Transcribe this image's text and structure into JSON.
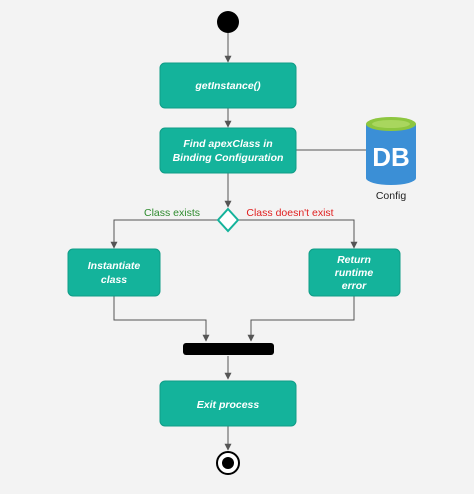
{
  "colors": {
    "node_fill": "#14b39b",
    "node_stroke": "#0f9c87",
    "edge": "#555555",
    "class_exists_label": "#2e8b2e",
    "class_missing_label": "#e02020",
    "db_body": "#3b8fd6",
    "db_top": "#8dc63f",
    "sync_bar": "#000000"
  },
  "nodes": {
    "get_instance": "getInstance()",
    "find_class_line1": "Find apexClass in",
    "find_class_line2": "Binding Configuration",
    "instantiate_line1": "Instantiate",
    "instantiate_line2": "class",
    "return_error_line1": "Return",
    "return_error_line2": "runtime",
    "return_error_line3": "error",
    "exit_process": "Exit process"
  },
  "branches": {
    "class_exists": "Class exists",
    "class_doesnt_exist": "Class doesn't exist"
  },
  "database": {
    "icon_text": "DB",
    "caption": "Config"
  }
}
